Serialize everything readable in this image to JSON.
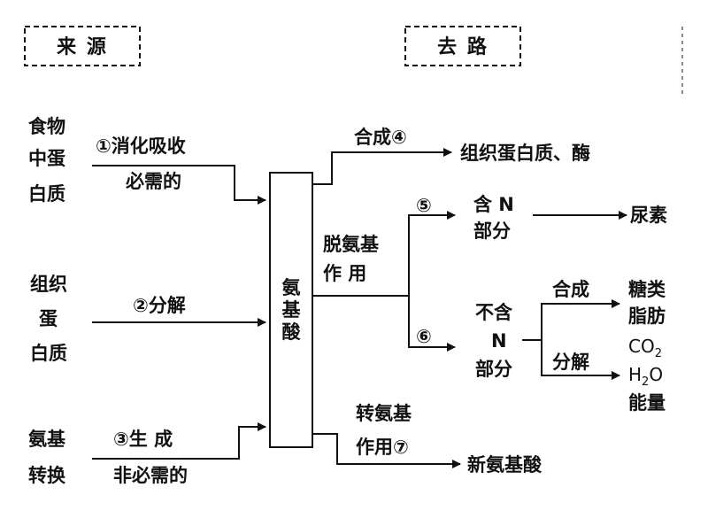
{
  "headers": {
    "left": "来  源",
    "right": "去  路"
  },
  "sources": {
    "food": [
      "食物",
      "中蛋",
      "白质"
    ],
    "tissue": [
      "组织",
      "蛋",
      "白质"
    ],
    "transamination": [
      "氨基",
      "转换"
    ]
  },
  "source_edges": {
    "e1_top": "①消化吸收",
    "e1_bottom": "必需的",
    "e2": "②分解",
    "e3_top": "③生    成",
    "e3_bottom": "非必需的"
  },
  "center": [
    "氨",
    "基",
    "酸"
  ],
  "outputs": {
    "synth4": "合成④",
    "tissue_protein": "组织蛋白质、酶",
    "deamination": [
      "脱氨基",
      "作    用"
    ],
    "circle5": "⑤",
    "n_part": [
      "含  N",
      "部分"
    ],
    "urea": "尿素",
    "circle6": "⑥",
    "no_n_part": [
      "不含",
      "N",
      "部分"
    ],
    "synth": "合成",
    "decompose": "分解",
    "sugar_fat": [
      "糖类",
      "脂肪"
    ],
    "co2_main": "CO",
    "co2_sub": "2",
    "h2o_h": "H",
    "h2o_sub": "2",
    "h2o_o": "O",
    "energy": "能量",
    "transamination": [
      "转氨基",
      "作用⑦"
    ],
    "new_aa": "新氨基酸"
  }
}
